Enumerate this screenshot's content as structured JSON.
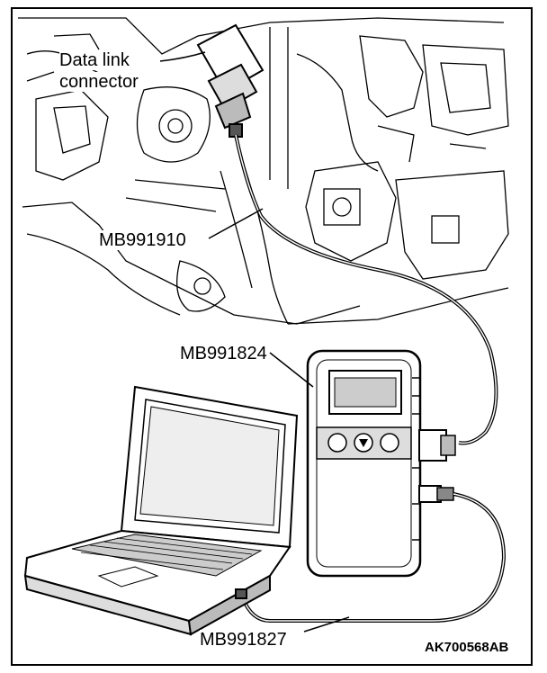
{
  "labels": {
    "connector_line1": "Data link",
    "connector_line2": "connector",
    "cable_main": "MB991910",
    "vci": "MB991824",
    "usb_cable": "MB991827"
  },
  "figure_code": "AK700568AB"
}
